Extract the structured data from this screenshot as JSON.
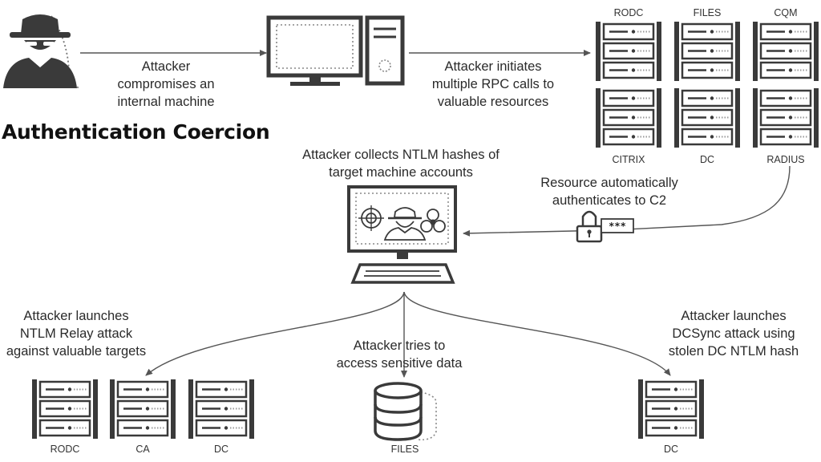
{
  "title": "Authentication Coercion",
  "steps": {
    "compromise": [
      "Attacker",
      "compromises an",
      "internal machine"
    ],
    "rpc": [
      "Attacker initiates",
      "multiple RPC calls to",
      "valuable resources"
    ],
    "collect": [
      "Attacker collects NTLM hashes of",
      "target machine accounts"
    ],
    "auth": [
      "Resource automatically",
      "authenticates to C2"
    ],
    "relay": [
      "Attacker launches",
      "NTLM Relay attack",
      "against valuable targets"
    ],
    "data": [
      "Attacker tries to",
      "access sensitive data"
    ],
    "dcsync": [
      "Attacker launches",
      "DCSync attack using",
      "stolen DC NTLM hash"
    ]
  },
  "servers_top": [
    "RODC",
    "FILES",
    "CQM"
  ],
  "servers_mid": [
    "CITRIX",
    "DC",
    "RADIUS"
  ],
  "servers_bottom_left": [
    "RODC",
    "CA",
    "DC"
  ],
  "database_label": "FILES",
  "server_bottom_right": "DC",
  "password_mask": "***",
  "colors": {
    "stroke": "#3a3a3a",
    "arrow": "#555555",
    "text": "#2a2a2a",
    "title": "#111111"
  }
}
